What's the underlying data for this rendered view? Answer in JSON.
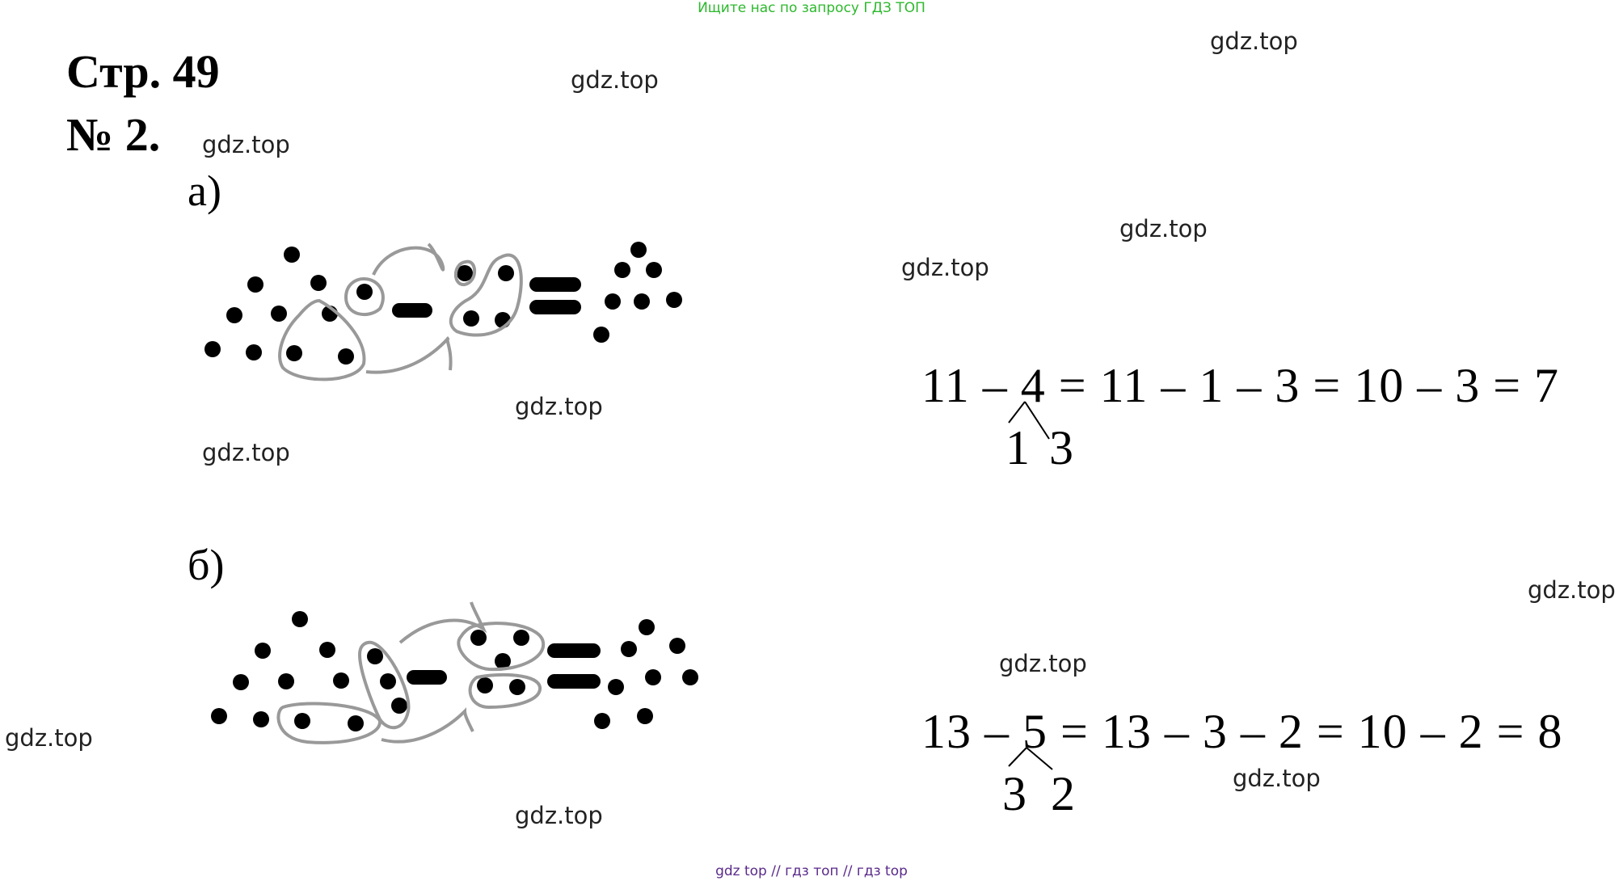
{
  "banner": {
    "text": "Ищите нас по запросу ГДЗ ТОП",
    "color": "#2db82d"
  },
  "page_title": "Стр. 49",
  "task_number": "№ 2.",
  "part_a": {
    "label": "а)",
    "equation": "11 – 4 = 11 – 1 – 3 = 10 – 3 = 7",
    "decomposition": [
      "1",
      "3"
    ],
    "dots_total": 11,
    "dots_removed": 4
  },
  "part_b": {
    "label": "б)",
    "equation": "13 – 5 = 13 – 3 – 2 = 10 – 2 = 8",
    "decomposition": [
      "3",
      "2"
    ],
    "dots_total": 13,
    "dots_removed": 5
  },
  "watermark": "gdz.top",
  "footer": {
    "text": "gdz top  //  гдз топ  //  гдз top",
    "color": "#5a2a8a"
  },
  "colors": {
    "ink": "#000000",
    "outline": "#999999"
  }
}
